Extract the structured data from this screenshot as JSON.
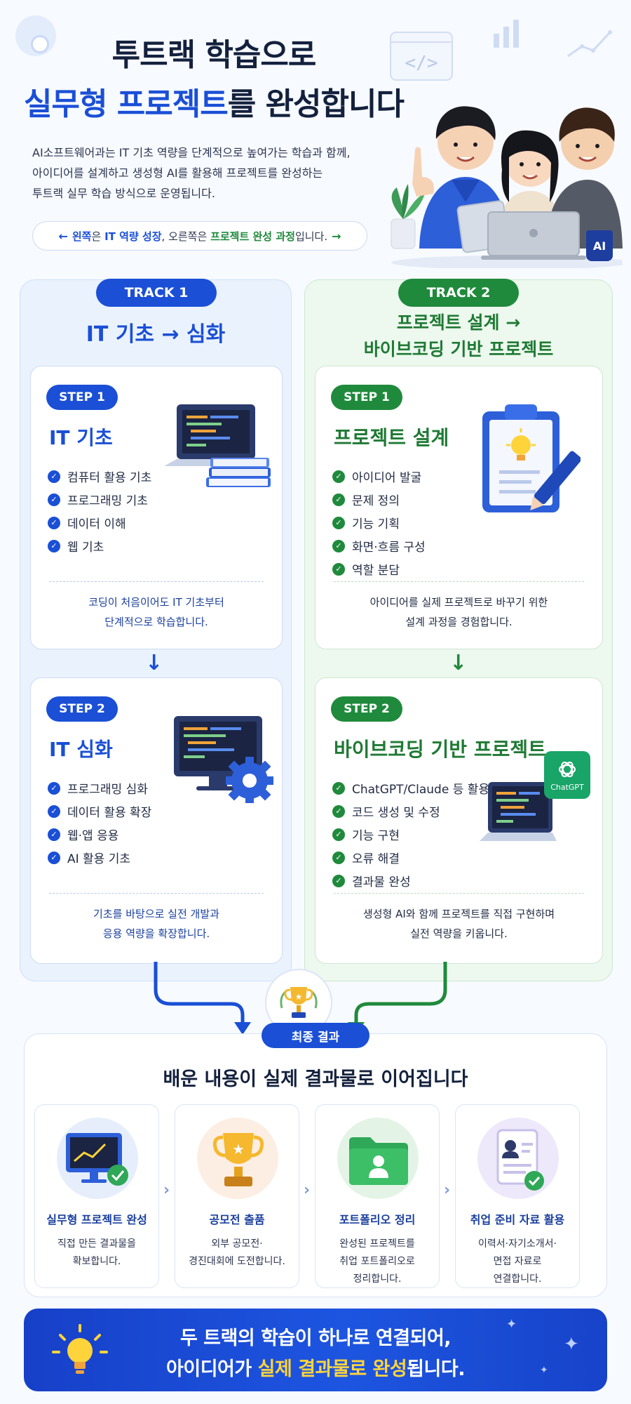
{
  "hero": {
    "title_line1": "투트랙 학습으로",
    "title_line2_highlight": "실무형 프로젝트",
    "title_line2_rest": "를 완성합니다",
    "intro_lines": [
      "AI소프트웨어과는 IT 기초 역량을 단계적으로 높여가는 학습과 함께,",
      "아이디어를 설계하고 생성형 AI를 활용해 프로젝트를 완성하는",
      "투트랙 실무 학습 방식으로 운영됩니다."
    ],
    "note": {
      "left_arrow": "←",
      "left_word": "왼쪽",
      "part1": "은",
      "left_topic": "IT 역량 성장",
      "part2": ", 오른쪽은",
      "right_topic": "프로젝트 완성 과정",
      "part3": "입니다.",
      "right_arrow": "→"
    },
    "mug_label": "AI",
    "colors": {
      "primary_blue": "#1a4fd6",
      "primary_green": "#1f8a3c",
      "accent_yellow": "#ffd43b"
    }
  },
  "track1": {
    "badge": "TRACK 1",
    "title": "IT 기초 → 심화",
    "step1": {
      "badge": "STEP 1",
      "title": "IT 기초",
      "items": [
        "컴퓨터 활용 기초",
        "프로그래밍 기초",
        "데이터 이해",
        "웹 기초"
      ],
      "note_lines": [
        "코딩이 처음이어도 IT 기초부터",
        "단계적으로 학습합니다."
      ]
    },
    "step2": {
      "badge": "STEP 2",
      "title": "IT 심화",
      "items": [
        "프로그래밍 심화",
        "데이터 활용 확장",
        "웹·앱 응용",
        "AI 활용 기초"
      ],
      "note_lines": [
        "기초를 바탕으로 실전 개발과",
        "응용 역량을 확장합니다."
      ]
    }
  },
  "track2": {
    "badge": "TRACK 2",
    "title_lines": [
      "프로젝트 설계 →",
      "바이브코딩 기반 프로젝트"
    ],
    "step1": {
      "badge": "STEP 1",
      "title": "프로젝트 설계",
      "items": [
        "아이디어 발굴",
        "문제 정의",
        "기능 기획",
        "화면·흐름 구성",
        "역할 분담"
      ],
      "note_lines": [
        "아이디어를 실제 프로젝트로 바꾸기 위한",
        "설계 과정을 경험합니다."
      ]
    },
    "step2": {
      "badge": "STEP 2",
      "title": "바이브코딩 기반 프로젝트",
      "items": [
        "ChatGPT/Claude 등 활용",
        "코드 생성 및 수정",
        "기능 구현",
        "오류 해결",
        "결과물 완성"
      ],
      "chatgpt_label": "ChatGPT",
      "note_lines": [
        "생성형 AI와 함께 프로젝트를 직접 구현하며",
        "실전 역량을 키웁니다."
      ]
    }
  },
  "final": {
    "badge": "최종 결과",
    "title": "배운 내용이 실제 결과물로 이어집니다",
    "results": [
      {
        "title": "실무형 프로젝트 완성",
        "desc_lines": [
          "직접 만든 결과물을",
          "확보합니다."
        ],
        "icon": "monitor-chart-icon"
      },
      {
        "title": "공모전 출품",
        "desc_lines": [
          "외부 공모전·",
          "경진대회에 도전합니다."
        ],
        "icon": "trophy-icon"
      },
      {
        "title": "포트폴리오 정리",
        "desc_lines": [
          "완성된 프로젝트를",
          "취업 포트폴리오로",
          "정리합니다."
        ],
        "icon": "folder-icon"
      },
      {
        "title": "취업 준비 자료 활용",
        "desc_lines": [
          "이력서·자기소개서·",
          "면접 자료로",
          "연결합니다."
        ],
        "icon": "resume-icon"
      }
    ]
  },
  "banner": {
    "line1": "두 트랙의 학습이 하나로 연결되어,",
    "line2_pre": "아이디어가 ",
    "line2_highlight": "실제 결과물로 완성",
    "line2_post": "됩니다."
  }
}
